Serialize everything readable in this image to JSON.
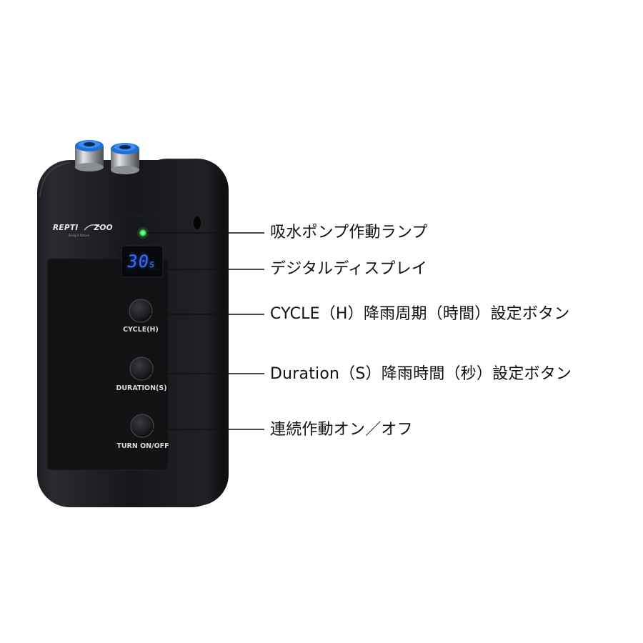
{
  "device": {
    "logo": {
      "text_left": "REPTI",
      "text_right": "ZOO",
      "tagline": "Bring it Nature"
    },
    "display": {
      "value": "30",
      "unit": "s"
    },
    "buttons": [
      {
        "caption": "CYCLE(H)"
      },
      {
        "caption": "DURATION(S)"
      },
      {
        "caption": "TURN ON/OFF"
      }
    ],
    "colors": {
      "body": "#141518",
      "led": "#4cff6a",
      "display_digits": "#3a6cff",
      "fitting_blue": "#1e6fd6"
    }
  },
  "callouts": {
    "pump_lamp": "吸水ポンプ作動ランプ",
    "digital_display": "デジタルディスプレイ",
    "cycle_button": "CYCLE（H）降雨周期（時間）設定ボタン",
    "duration_button": "Duration（S）降雨時間（秒）設定ボタン",
    "turn_button": "連続作動オン／オフ"
  }
}
